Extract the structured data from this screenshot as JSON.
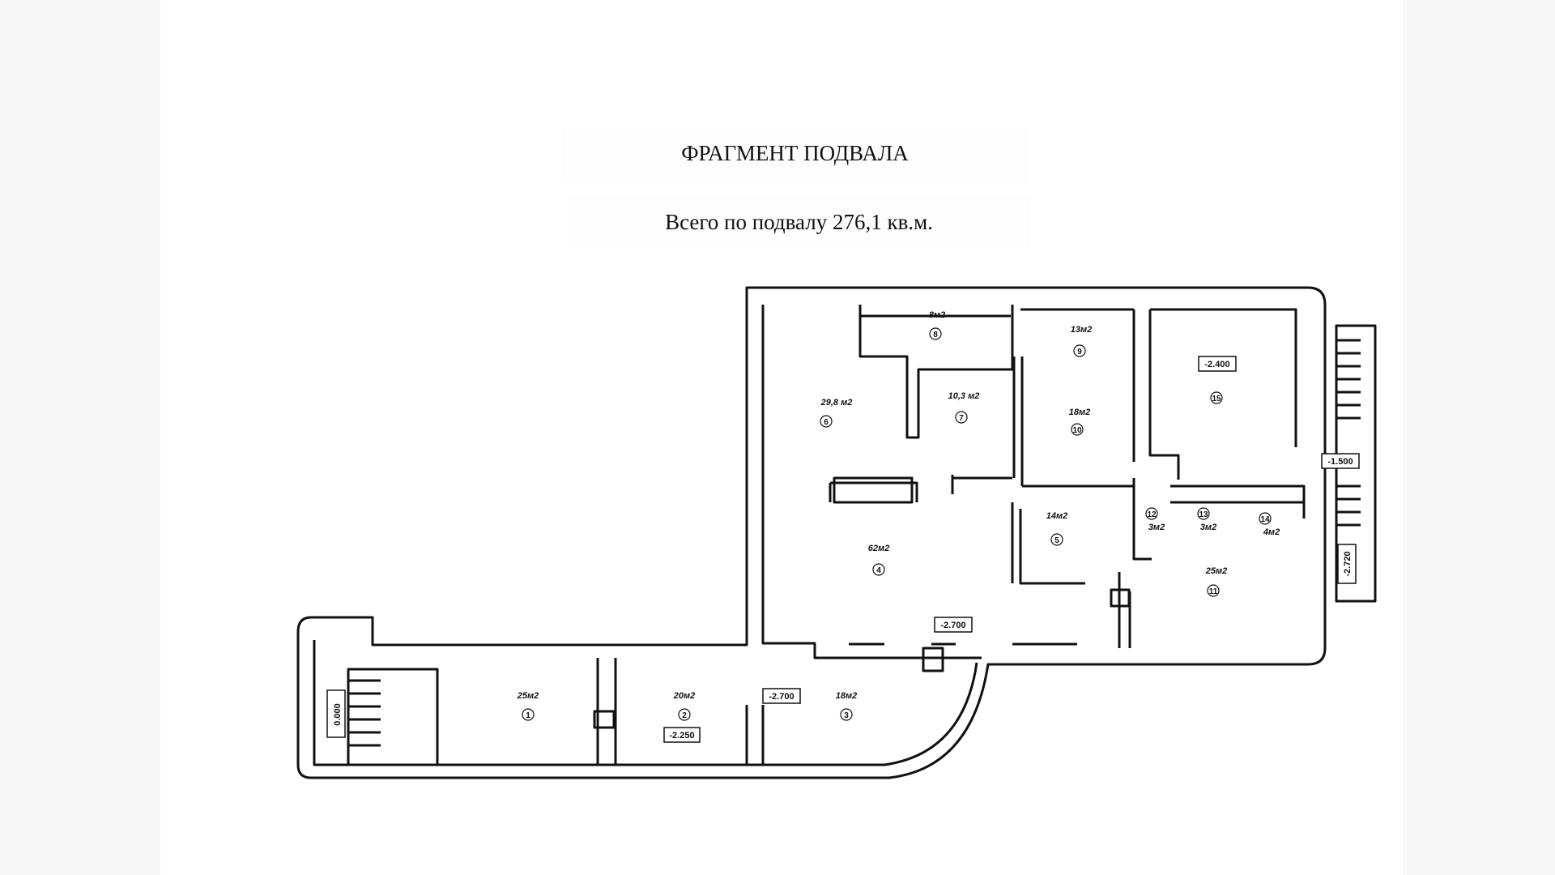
{
  "plan": {
    "title": "ФРАГМЕНТ ПОДВАЛА",
    "total_area": "Всего по подвалу 276,1 кв.м."
  },
  "rooms": [
    {
      "id": "1",
      "area": "25м2"
    },
    {
      "id": "2",
      "area": "20м2"
    },
    {
      "id": "3",
      "area": "18м2"
    },
    {
      "id": "4",
      "area": "62м2"
    },
    {
      "id": "5",
      "area": "14м2"
    },
    {
      "id": "6",
      "area": "29,8 м2"
    },
    {
      "id": "7",
      "area": "10,3 м2"
    },
    {
      "id": "8",
      "area": "8м2"
    },
    {
      "id": "9",
      "area": "13м2"
    },
    {
      "id": "10",
      "area": "18м2"
    },
    {
      "id": "11",
      "area": "25м2"
    },
    {
      "id": "12",
      "area": "3м2"
    },
    {
      "id": "13",
      "area": "3м2"
    },
    {
      "id": "14",
      "area": "4м2"
    },
    {
      "id": "15",
      "area": ""
    }
  ],
  "levels": [
    "0.000",
    "-2.250",
    "-2.700",
    "-2.700",
    "-2.400",
    "-1.500",
    "-2.720"
  ]
}
